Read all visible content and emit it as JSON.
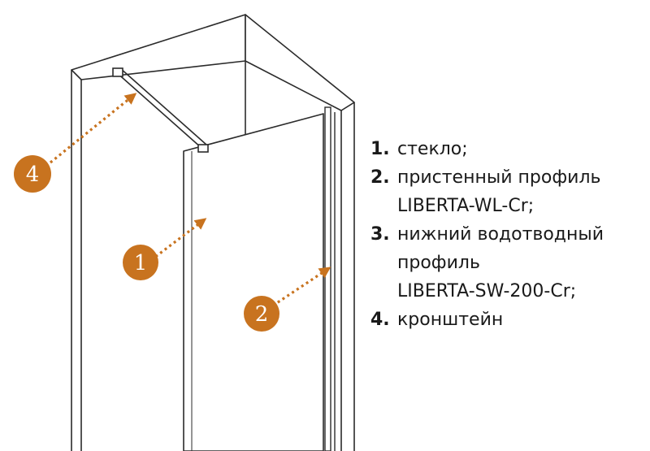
{
  "colors": {
    "accent": "#c8731f",
    "line": "#2b2b2b"
  },
  "callouts": [
    "1",
    "2",
    "4"
  ],
  "legend": [
    {
      "num": "1.",
      "lines": [
        "стекло;"
      ]
    },
    {
      "num": "2.",
      "lines": [
        "пристенный профиль",
        "LIBERTA-WL-Cr;"
      ]
    },
    {
      "num": "3.",
      "lines": [
        "нижний водотводный",
        "профиль",
        "LIBERTA-SW-200-Cr;"
      ]
    },
    {
      "num": "4.",
      "lines": [
        "кронштейн"
      ]
    }
  ]
}
